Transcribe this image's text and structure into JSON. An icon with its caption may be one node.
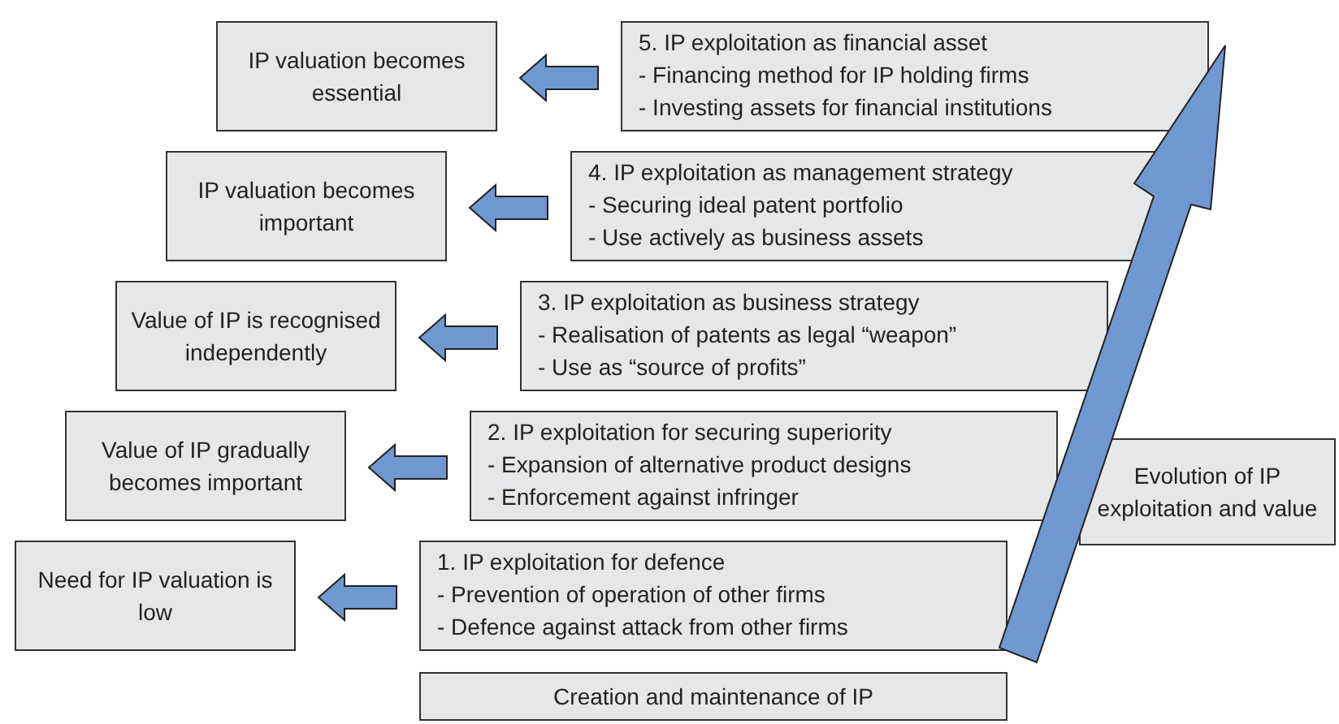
{
  "diagram": {
    "nodes": [
      {
        "text": [
          "IP valuation becomes essential"
        ]
      },
      {
        "text": [
          "5. IP exploitation as financial asset",
          "- Financing method for IP holding firms",
          "- Investing assets for financial institutions"
        ]
      },
      {
        "text": [
          "IP valuation becomes important"
        ]
      },
      {
        "text": [
          "4. IP exploitation as management strategy",
          "- Securing ideal patent portfolio",
          "- Use actively as business assets"
        ]
      },
      {
        "text": [
          "Value of IP is recognised independently"
        ]
      },
      {
        "text": [
          "3. IP exploitation as business strategy",
          "- Realisation of patents as legal “weapon”",
          "- Use as “source of profits”"
        ]
      },
      {
        "text": [
          "Value of IP gradually becomes important"
        ]
      },
      {
        "text": [
          "2. IP exploitation for securing superiority",
          "- Expansion of alternative product designs",
          "- Enforcement against infringer"
        ]
      },
      {
        "text": [
          "Evolution of IP exploitation and value"
        ]
      },
      {
        "text": [
          "Need for IP valuation is low"
        ]
      },
      {
        "text": [
          "1. IP exploitation for defence",
          "- Prevention of operation of other firms",
          "- Defence against attack from other firms"
        ]
      },
      {
        "text": [
          "Creation and maintenance of IP"
        ]
      }
    ],
    "edges": [
      {
        "from": 1,
        "to": 0,
        "arrow": "to"
      },
      {
        "from": 3,
        "to": 2,
        "arrow": "to"
      },
      {
        "from": 5,
        "to": 4,
        "arrow": "to"
      },
      {
        "from": 7,
        "to": 6,
        "arrow": "to"
      },
      {
        "from": 10,
        "to": 9,
        "arrow": "to"
      }
    ]
  }
}
